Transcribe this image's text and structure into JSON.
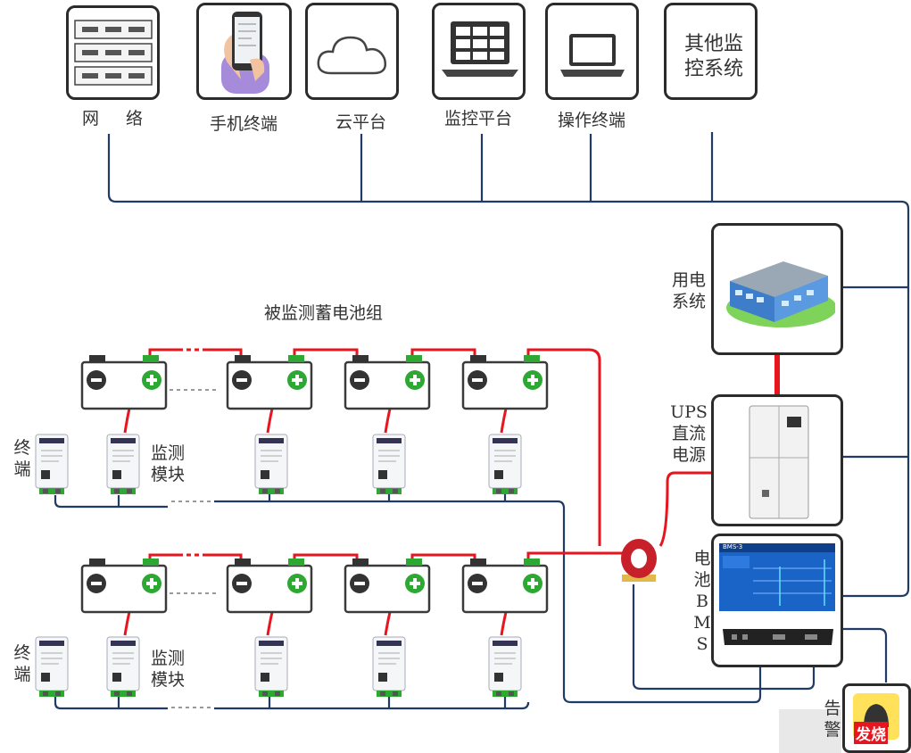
{
  "top_devices": [
    {
      "id": "network",
      "label": "网  络",
      "icon": "server-rack-icon"
    },
    {
      "id": "mobile",
      "label": "手机终端",
      "icon": "smartphone-icon"
    },
    {
      "id": "cloud",
      "label": "云平台",
      "icon": "cloud-icon"
    },
    {
      "id": "monitor",
      "label": "监控平台",
      "icon": "laptop-dashboard-icon"
    },
    {
      "id": "operator",
      "label": "操作终端",
      "icon": "laptop-icon"
    },
    {
      "id": "other",
      "label": "其他监控系统"
    }
  ],
  "battery_group_title": "被监测蓄电池组",
  "power_system": {
    "label": "用电系统",
    "icon": "building-icon"
  },
  "ups": {
    "label": "UPS直流电源",
    "icon": "cabinet-icon"
  },
  "bms": {
    "label": "电池BMS",
    "screen_title": "BMS-3"
  },
  "alarm": {
    "label": "告警",
    "badge": "发烧"
  },
  "rows": [
    {
      "terminal_label": "终端",
      "module_label": "监测模块"
    },
    {
      "terminal_label": "终端",
      "module_label": "监测模块"
    }
  ],
  "module_brand": "监测模块",
  "colors": {
    "bus": "#1f3b66",
    "power": "#e8141e",
    "terminal_pos": "#2da833",
    "box_border": "#2b2b2b"
  }
}
